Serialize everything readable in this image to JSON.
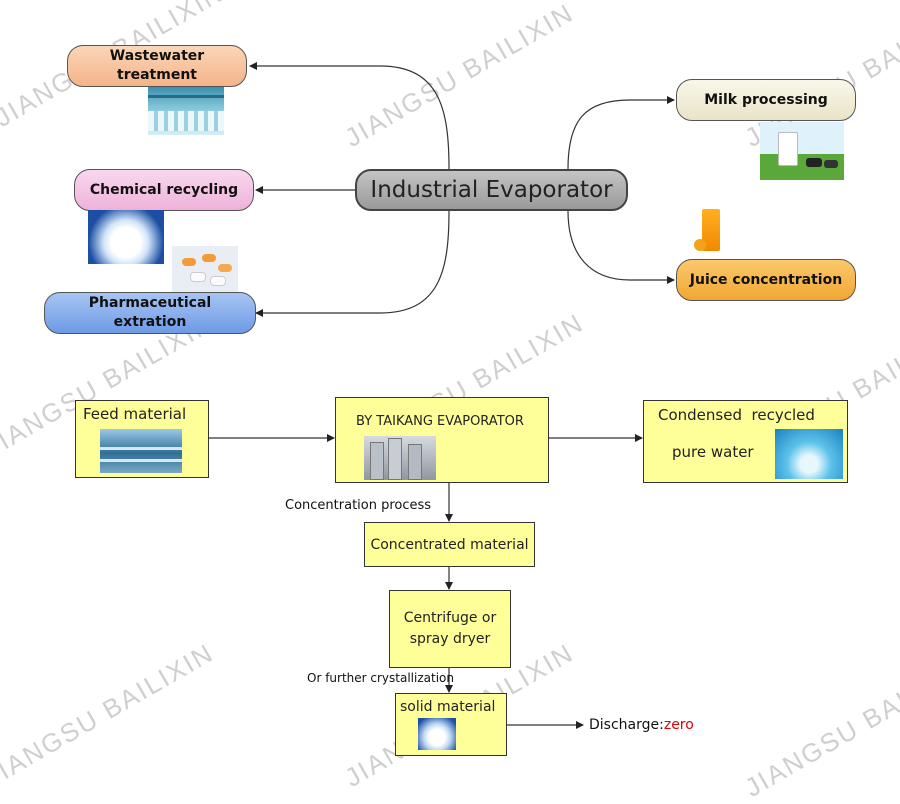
{
  "watermark": "JIANGSU BAILIXIN",
  "top_diagram": {
    "center": "Industrial Evaporator",
    "applications": [
      {
        "label": "Wastewater treatment",
        "color": "#f8c8a4"
      },
      {
        "label": "Chemical recycling",
        "color": "#f4c6e6"
      },
      {
        "label": "Pharmaceutical extration",
        "color": "#8fb4ef"
      },
      {
        "label": "Milk processing",
        "color": "#f3f0dc"
      },
      {
        "label": "Juice concentration",
        "color": "#f7b74a"
      }
    ]
  },
  "flow": {
    "feed": "Feed material",
    "evaporator": "BY TAIKANG EVAPORATOR",
    "water_line1": "Condensed  recycled",
    "water_line2": "pure water",
    "process_label": "Concentration process",
    "concentrated": "Concentrated material",
    "centrifuge": "Centrifuge or spray dryer",
    "crystal_label": "Or further crystallization",
    "solid": "solid material",
    "discharge_prefix": "Discharge:",
    "discharge_value": "zero",
    "discharge_value_color": "#e00000"
  }
}
